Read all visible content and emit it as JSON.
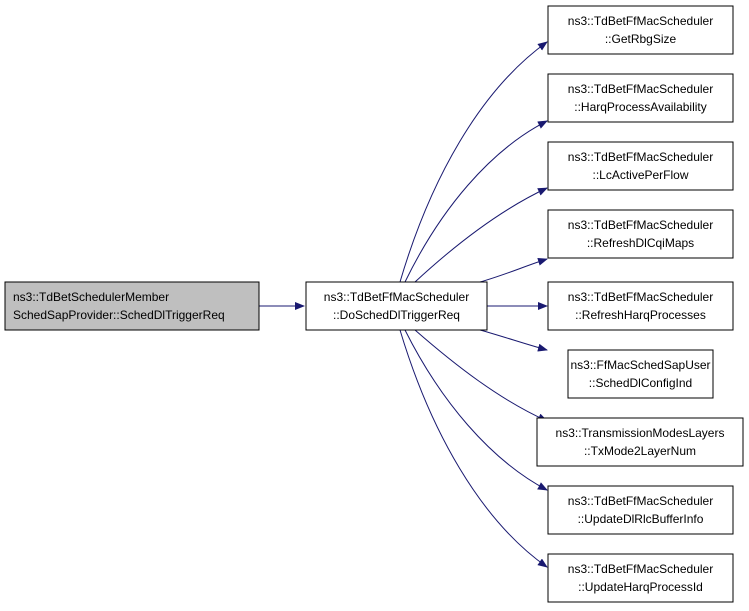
{
  "colors": {
    "edge": "#191970",
    "node_fill": "#ffffff",
    "node_stroke": "#000000",
    "root_fill": "#bfbfbf",
    "root_stroke": "#000000"
  },
  "nodes": {
    "root": {
      "line1": "ns3::TdBetSchedulerMember",
      "line2": "SchedSapProvider::SchedDlTriggerReq"
    },
    "center": {
      "line1": "ns3::TdBetFfMacScheduler",
      "line2": "::DoSchedDlTriggerReq"
    },
    "callees": [
      {
        "line1": "ns3::TdBetFfMacScheduler",
        "line2": "::GetRbgSize"
      },
      {
        "line1": "ns3::TdBetFfMacScheduler",
        "line2": "::HarqProcessAvailability"
      },
      {
        "line1": "ns3::TdBetFfMacScheduler",
        "line2": "::LcActivePerFlow"
      },
      {
        "line1": "ns3::TdBetFfMacScheduler",
        "line2": "::RefreshDlCqiMaps"
      },
      {
        "line1": "ns3::TdBetFfMacScheduler",
        "line2": "::RefreshHarqProcesses"
      },
      {
        "line1": "ns3::FfMacSchedSapUser",
        "line2": "::SchedDlConfigInd"
      },
      {
        "line1": "ns3::TransmissionModesLayers",
        "line2": "::TxMode2LayerNum"
      },
      {
        "line1": "ns3::TdBetFfMacScheduler",
        "line2": "::UpdateDlRlcBufferInfo"
      },
      {
        "line1": "ns3::TdBetFfMacScheduler",
        "line2": "::UpdateHarqProcessId"
      }
    ]
  }
}
